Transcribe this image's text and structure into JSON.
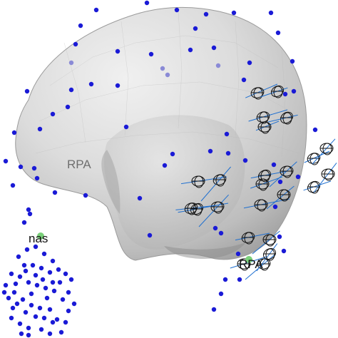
{
  "labels": {
    "rpa_front": "RPA",
    "nas": "nas",
    "rpa_back": "RPA"
  },
  "colors": {
    "background": "#ffffff",
    "head_light": "#e6e6e6",
    "head_mid": "#c9c9c9",
    "head_dark": "#8c8c8c",
    "sensor_dot": "#1a1ad6",
    "sensor_dot_faded": "#8a8ad6",
    "coil_stroke": "#111111",
    "coil_axis": "#1e6fd0",
    "fiducial": "#7ad07a",
    "label_front": "#6f6f6f",
    "label_back": "#111111"
  }
}
